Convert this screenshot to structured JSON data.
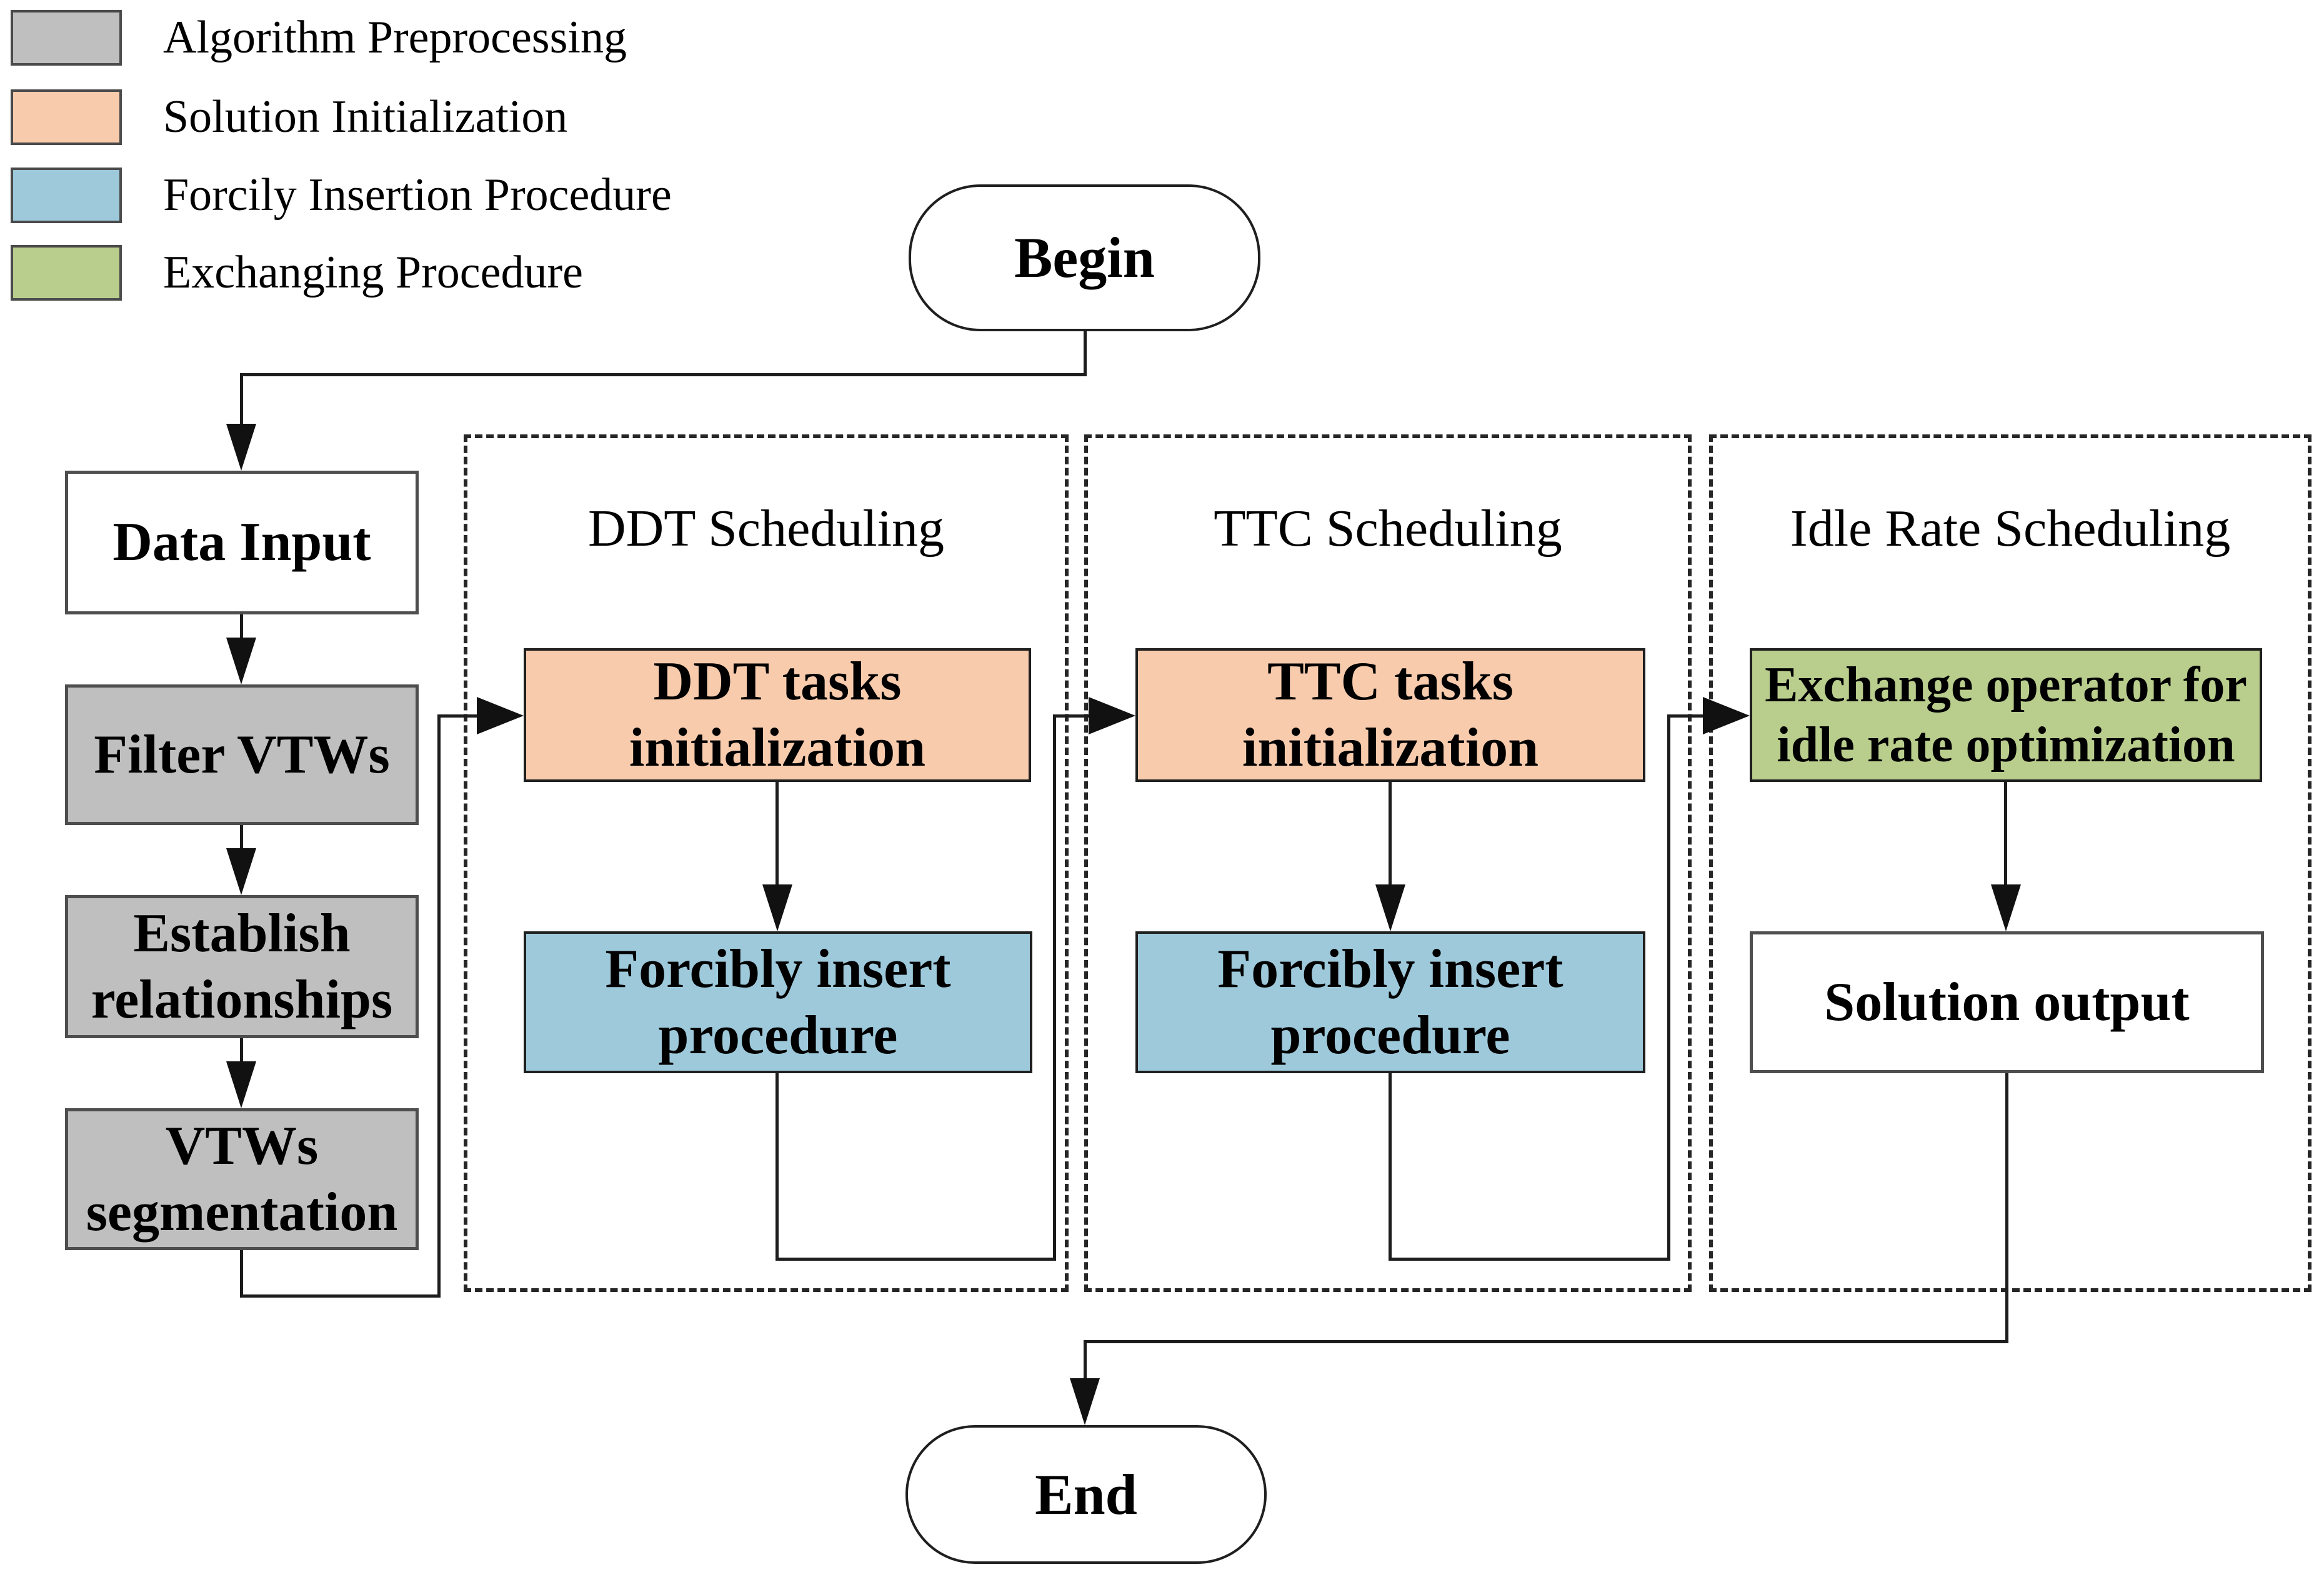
{
  "legend": {
    "items": [
      {
        "id": "preprocessing",
        "label": "Algorithm Preprocessing",
        "color": "#BFBFBF"
      },
      {
        "id": "initialization",
        "label": "Solution Initialization",
        "color": "#F8CBAD"
      },
      {
        "id": "insertion",
        "label": "Forcily Insertion Procedure",
        "color": "#9DC9DB"
      },
      {
        "id": "exchanging",
        "label": "Exchanging Procedure",
        "color": "#B9CD8D"
      }
    ]
  },
  "terminals": {
    "begin": "Begin",
    "end": "End"
  },
  "preprocessing_nodes": {
    "data_input": "Data Input",
    "filter_vtws": "Filter VTWs",
    "establish": "Establish\nrelationships",
    "vtws_segmentation": "VTWs\nsegmentation"
  },
  "sections": {
    "ddt": {
      "title": "DDT Scheduling",
      "init": "DDT tasks\ninitialization",
      "insert": "Forcibly insert\nprocedure"
    },
    "ttc": {
      "title": "TTC Scheduling",
      "init": "TTC tasks\ninitialization",
      "insert": "Forcibly insert\nprocedure"
    },
    "idle": {
      "title": "Idle Rate Scheduling",
      "exchange": "Exchange operator for\nidle rate optimization",
      "output": "Solution output"
    }
  }
}
